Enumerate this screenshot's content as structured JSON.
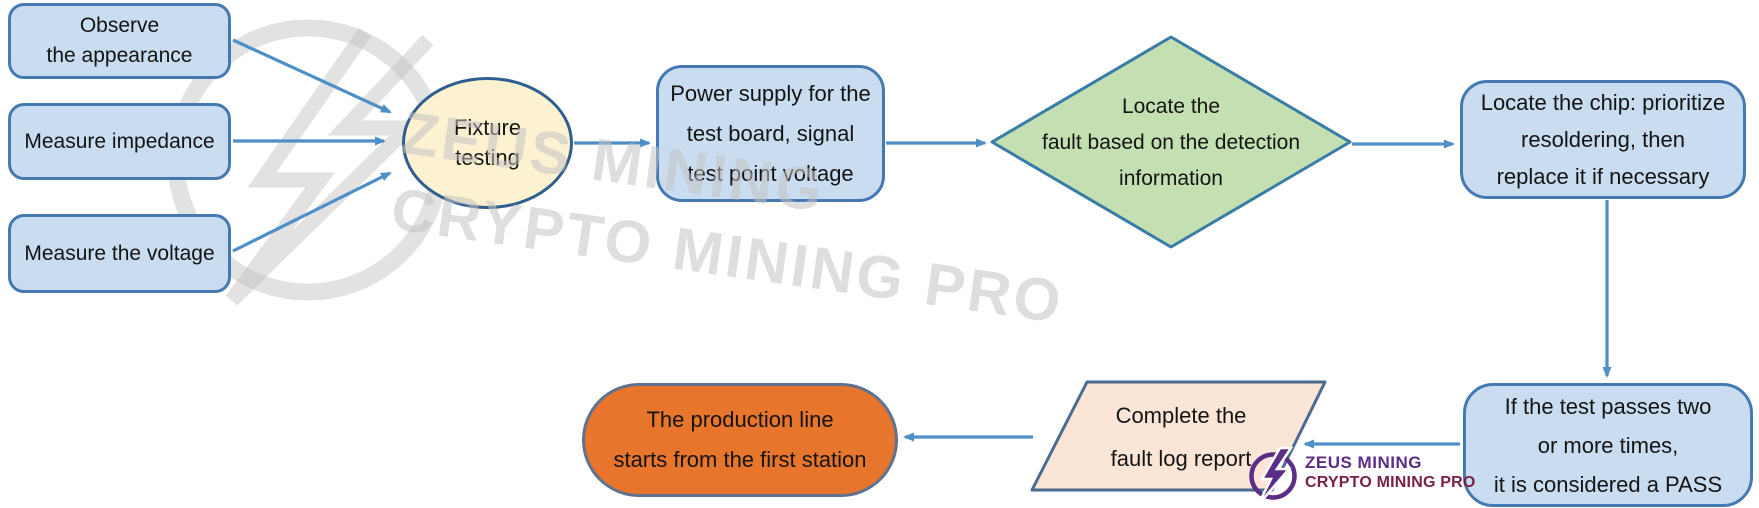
{
  "diagram": {
    "type": "flowchart",
    "nodes": {
      "observe": {
        "shape": "rounded-rect",
        "lines": [
          "Observe",
          "the appearance"
        ]
      },
      "impedance": {
        "shape": "rounded-rect",
        "lines": [
          "Measure impedance"
        ]
      },
      "voltage": {
        "shape": "rounded-rect",
        "lines": [
          "Measure the voltage"
        ]
      },
      "fixture": {
        "shape": "ellipse",
        "lines": [
          "Fixture",
          "testing"
        ]
      },
      "power": {
        "shape": "rounded-rect",
        "lines": [
          "Power supply for the",
          "test board, signal",
          "test point voltage"
        ]
      },
      "fault": {
        "shape": "diamond",
        "lines": [
          "Locate the",
          "fault based on the detection",
          "information"
        ]
      },
      "chip": {
        "shape": "rounded-rect",
        "lines": [
          "Locate the chip: prioritize",
          "resoldering, then",
          "replace it if necessary"
        ]
      },
      "pass": {
        "shape": "rounded-rect",
        "lines": [
          "If the test passes two",
          "or more times,",
          "it is considered a PASS"
        ]
      },
      "report": {
        "shape": "parallelogram",
        "lines": [
          "Complete the",
          "fault log report"
        ]
      },
      "production": {
        "shape": "stadium",
        "lines": [
          "The production line",
          "starts from the first station"
        ]
      }
    },
    "edges": [
      {
        "from": "observe",
        "to": "fixture"
      },
      {
        "from": "impedance",
        "to": "fixture"
      },
      {
        "from": "voltage",
        "to": "fixture"
      },
      {
        "from": "fixture",
        "to": "power"
      },
      {
        "from": "power",
        "to": "fault"
      },
      {
        "from": "fault",
        "to": "chip"
      },
      {
        "from": "chip",
        "to": "pass"
      },
      {
        "from": "pass",
        "to": "report"
      },
      {
        "from": "report",
        "to": "production"
      }
    ]
  },
  "watermark": {
    "line1": "ZEUS MINING",
    "line2": "CRYPTO MINING PRO"
  },
  "brand": {
    "line1": "ZEUS MINING",
    "line2": "CRYPTO MINING PRO"
  },
  "colors": {
    "arrow": "#4E8FC7",
    "blue_fill": "#C9DCF0",
    "blue_border": "#4579B2",
    "ellipse_fill": "#FCF2D1",
    "ellipse_border": "#2F5E8E",
    "diamond_fill": "#C4E0B2",
    "diamond_border": "#3A7CA8",
    "parallelogram_fill": "#FAE5D6",
    "parallelogram_border": "#4A6A8F",
    "stadium_fill": "#E8752C",
    "stadium_border": "#5E7191",
    "brand_purple": "#5C2D87",
    "brand_maroon": "#7A2048"
  }
}
